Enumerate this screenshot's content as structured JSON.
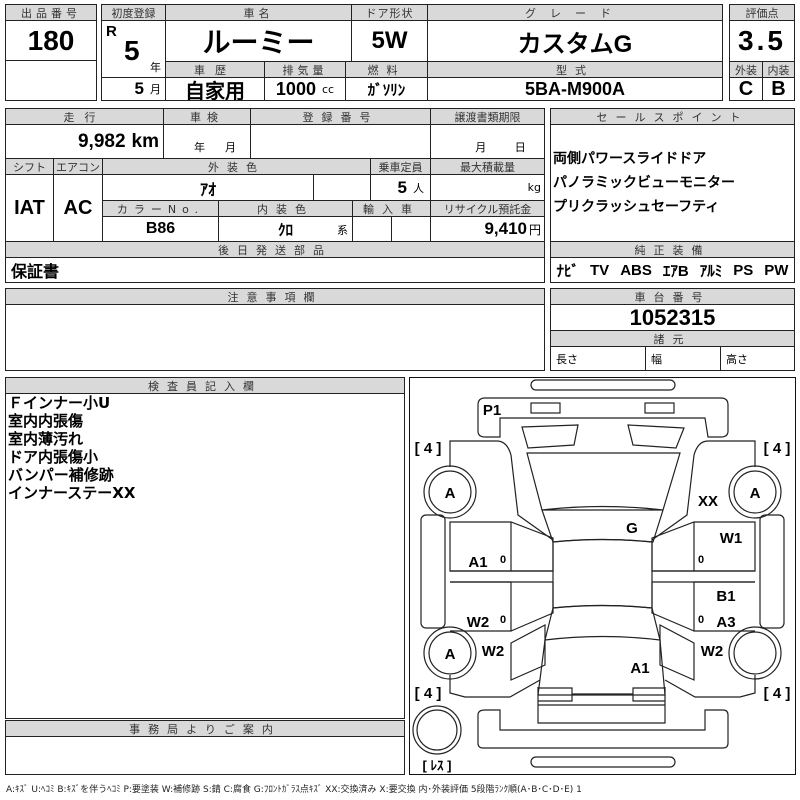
{
  "lot": {
    "label": "出品番号",
    "value": "180"
  },
  "first_reg": {
    "label": "初度登録",
    "era": "R",
    "year": "5",
    "year_unit": "年",
    "month": "5",
    "month_unit": "月"
  },
  "car_name": {
    "label": "車名",
    "value": "ルーミー"
  },
  "door": {
    "label": "ドア形状",
    "value": "5W"
  },
  "grade": {
    "label": "グレード",
    "value": "カスタムG"
  },
  "history": {
    "label": "車歴",
    "value": "自家用"
  },
  "displacement": {
    "label": "排気量",
    "value": "1000",
    "unit": "cc"
  },
  "fuel": {
    "label": "燃料",
    "value": "ｶﾞｿﾘﾝ"
  },
  "model": {
    "label": "型式",
    "value": "5BA-M900A"
  },
  "score": {
    "label": "評価点",
    "value": "3.5",
    "exterior_label": "外装",
    "interior_label": "内装",
    "exterior": "C",
    "interior": "B"
  },
  "mileage": {
    "label": "走行",
    "value": "9,982",
    "unit": "km"
  },
  "inspection": {
    "label": "車検",
    "year_unit": "年",
    "month_unit": "月"
  },
  "reg_number": {
    "label": "登録番号"
  },
  "transfer": {
    "label": "譲渡書類期限",
    "month_unit": "月",
    "day_unit": "日"
  },
  "shift": {
    "label": "シフト",
    "value": "IAT"
  },
  "aircon": {
    "label": "エアコン",
    "value": "AC"
  },
  "ext_color": {
    "label": "外装色",
    "value": "ｱｵ"
  },
  "capacity": {
    "label": "乗車定員",
    "value": "5",
    "unit": "人"
  },
  "max_load": {
    "label": "最大積載量",
    "unit": "kg"
  },
  "color_no": {
    "label": "カラーNo.",
    "value": "B86"
  },
  "int_color": {
    "label": "内装色",
    "value": "ｸﾛ",
    "unit": "系"
  },
  "import": {
    "label": "輸入車"
  },
  "recycle": {
    "label": "リサイクル預託金",
    "value": "9,410",
    "unit": "円"
  },
  "later_parts": {
    "label": "後日発送部品",
    "value": "保証書"
  },
  "sales_points": {
    "label": "セールスポイント",
    "items": [
      "両側パワースライドドア",
      "パノラミックビューモニター",
      "プリクラッシュセーフティ"
    ]
  },
  "equipment": {
    "label": "純正装備",
    "items": [
      "ﾅﾋﾞ",
      "TV",
      "ABS",
      "ｴｱB",
      "ｱﾙﾐ",
      "PS",
      "PW"
    ]
  },
  "notes": {
    "label": "注意事項欄"
  },
  "chassis": {
    "label": "車台番号",
    "value": "1052315"
  },
  "specs": {
    "label": "諸元",
    "length": "長さ",
    "width": "幅",
    "height": "高さ"
  },
  "inspector": {
    "label": "検査員記入欄",
    "items": [
      "Ｆインナー小U",
      "室内内張傷",
      "室内薄汚れ",
      "ドア内張傷小",
      "バンパー補修跡",
      "インナーステーXX"
    ]
  },
  "office": {
    "label": "事務局よりご案内"
  },
  "diagram": {
    "tread_fl": "[ 4 ]",
    "tread_fr": "[ 4 ]",
    "tread_rl": "[ 4 ]",
    "tread_rr": "[ 4 ]",
    "spare": "[ ﾚｽ ]",
    "marks": {
      "front_bumper": "P1",
      "tire_fl": "A",
      "tire_fr": "A",
      "tire_rl": "A",
      "fender_fr": "XX",
      "windshield": "G",
      "front_door_l": "A1",
      "front_door_r": "W1",
      "rear_door_l": "W2",
      "rear_door_r_1": "B1",
      "rear_door_r_2": "A3",
      "quarter_l": "W2",
      "quarter_r": "W2",
      "back_door": "A1",
      "handle": "0"
    }
  },
  "legend": "A:ｷｽﾞ U:ﾍｺﾐ B:ｷｽﾞを伴うﾍｺﾐ P:要塗装 W:補修跡 S:錆 C:腐食 G:ﾌﾛﾝﾄｶﾞﾗｽ点ｷｽﾞ XX:交換済み X:要交換 内･外装評価 5段階ﾗﾝｸ順(A･B･C･D･E) 1"
}
